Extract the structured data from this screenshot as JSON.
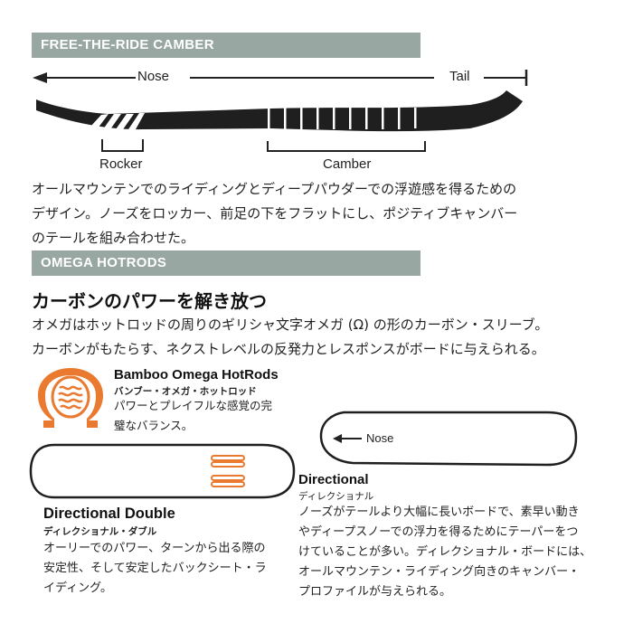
{
  "camber_section": {
    "banner": "FREE-THE-RIDE CAMBER",
    "nose_label": "Nose",
    "tail_label": "Tail",
    "rocker_label": "Rocker",
    "camber_label": "Camber",
    "description_lines": [
      "オールマウンテンでのライディングとディープパウダーでの浮遊感を得るための",
      "デザイン。ノーズをロッカー、前足の下をフラットにし、ポジティブキャンバー",
      "のテールを組み合わせた。"
    ]
  },
  "omega_section": {
    "banner": "OMEGA HOTRODS",
    "heading": "カーボンのパワーを解き放つ",
    "description_lines": [
      "オメガはホットロッドの周りのギリシャ文字オメガ (Ω) の形のカーボン・スリーブ。",
      "カーボンがもたらす、ネクストレベルの反発力とレスポンスがボードに与えられる。"
    ],
    "bamboo": {
      "title": "Bamboo Omega HotRods",
      "subtitle": "バンブー・オメガ・ホットロッド",
      "description_lines": [
        "パワーとプレイフルな感覚の完",
        "璧なバランス。"
      ]
    },
    "directional_double": {
      "title": "Directional Double",
      "subtitle": "ディレクショナル・ダブル",
      "description_lines": [
        "オーリーでのパワー、ターンから出る際の",
        "安定性、そして安定したバックシート・ラ",
        "イディング。"
      ]
    },
    "directional": {
      "nose_label": "Nose",
      "title": "Directional",
      "subtitle": "ディレクショナル",
      "description_lines": [
        "ノーズがテールより大幅に長いボードで、素早い動き",
        "やディープスノーでの浮力を得るためにテーパーをつ",
        "けていることが多い。ディレクショナル・ボードには、",
        "オールマウンテン・ライディング向きのキャンバー・",
        "プロファイルが与えられる。"
      ]
    }
  },
  "colors": {
    "banner": "#98a7a2",
    "accent_orange": "#ea7a2f",
    "board": "#1f1f1f"
  }
}
